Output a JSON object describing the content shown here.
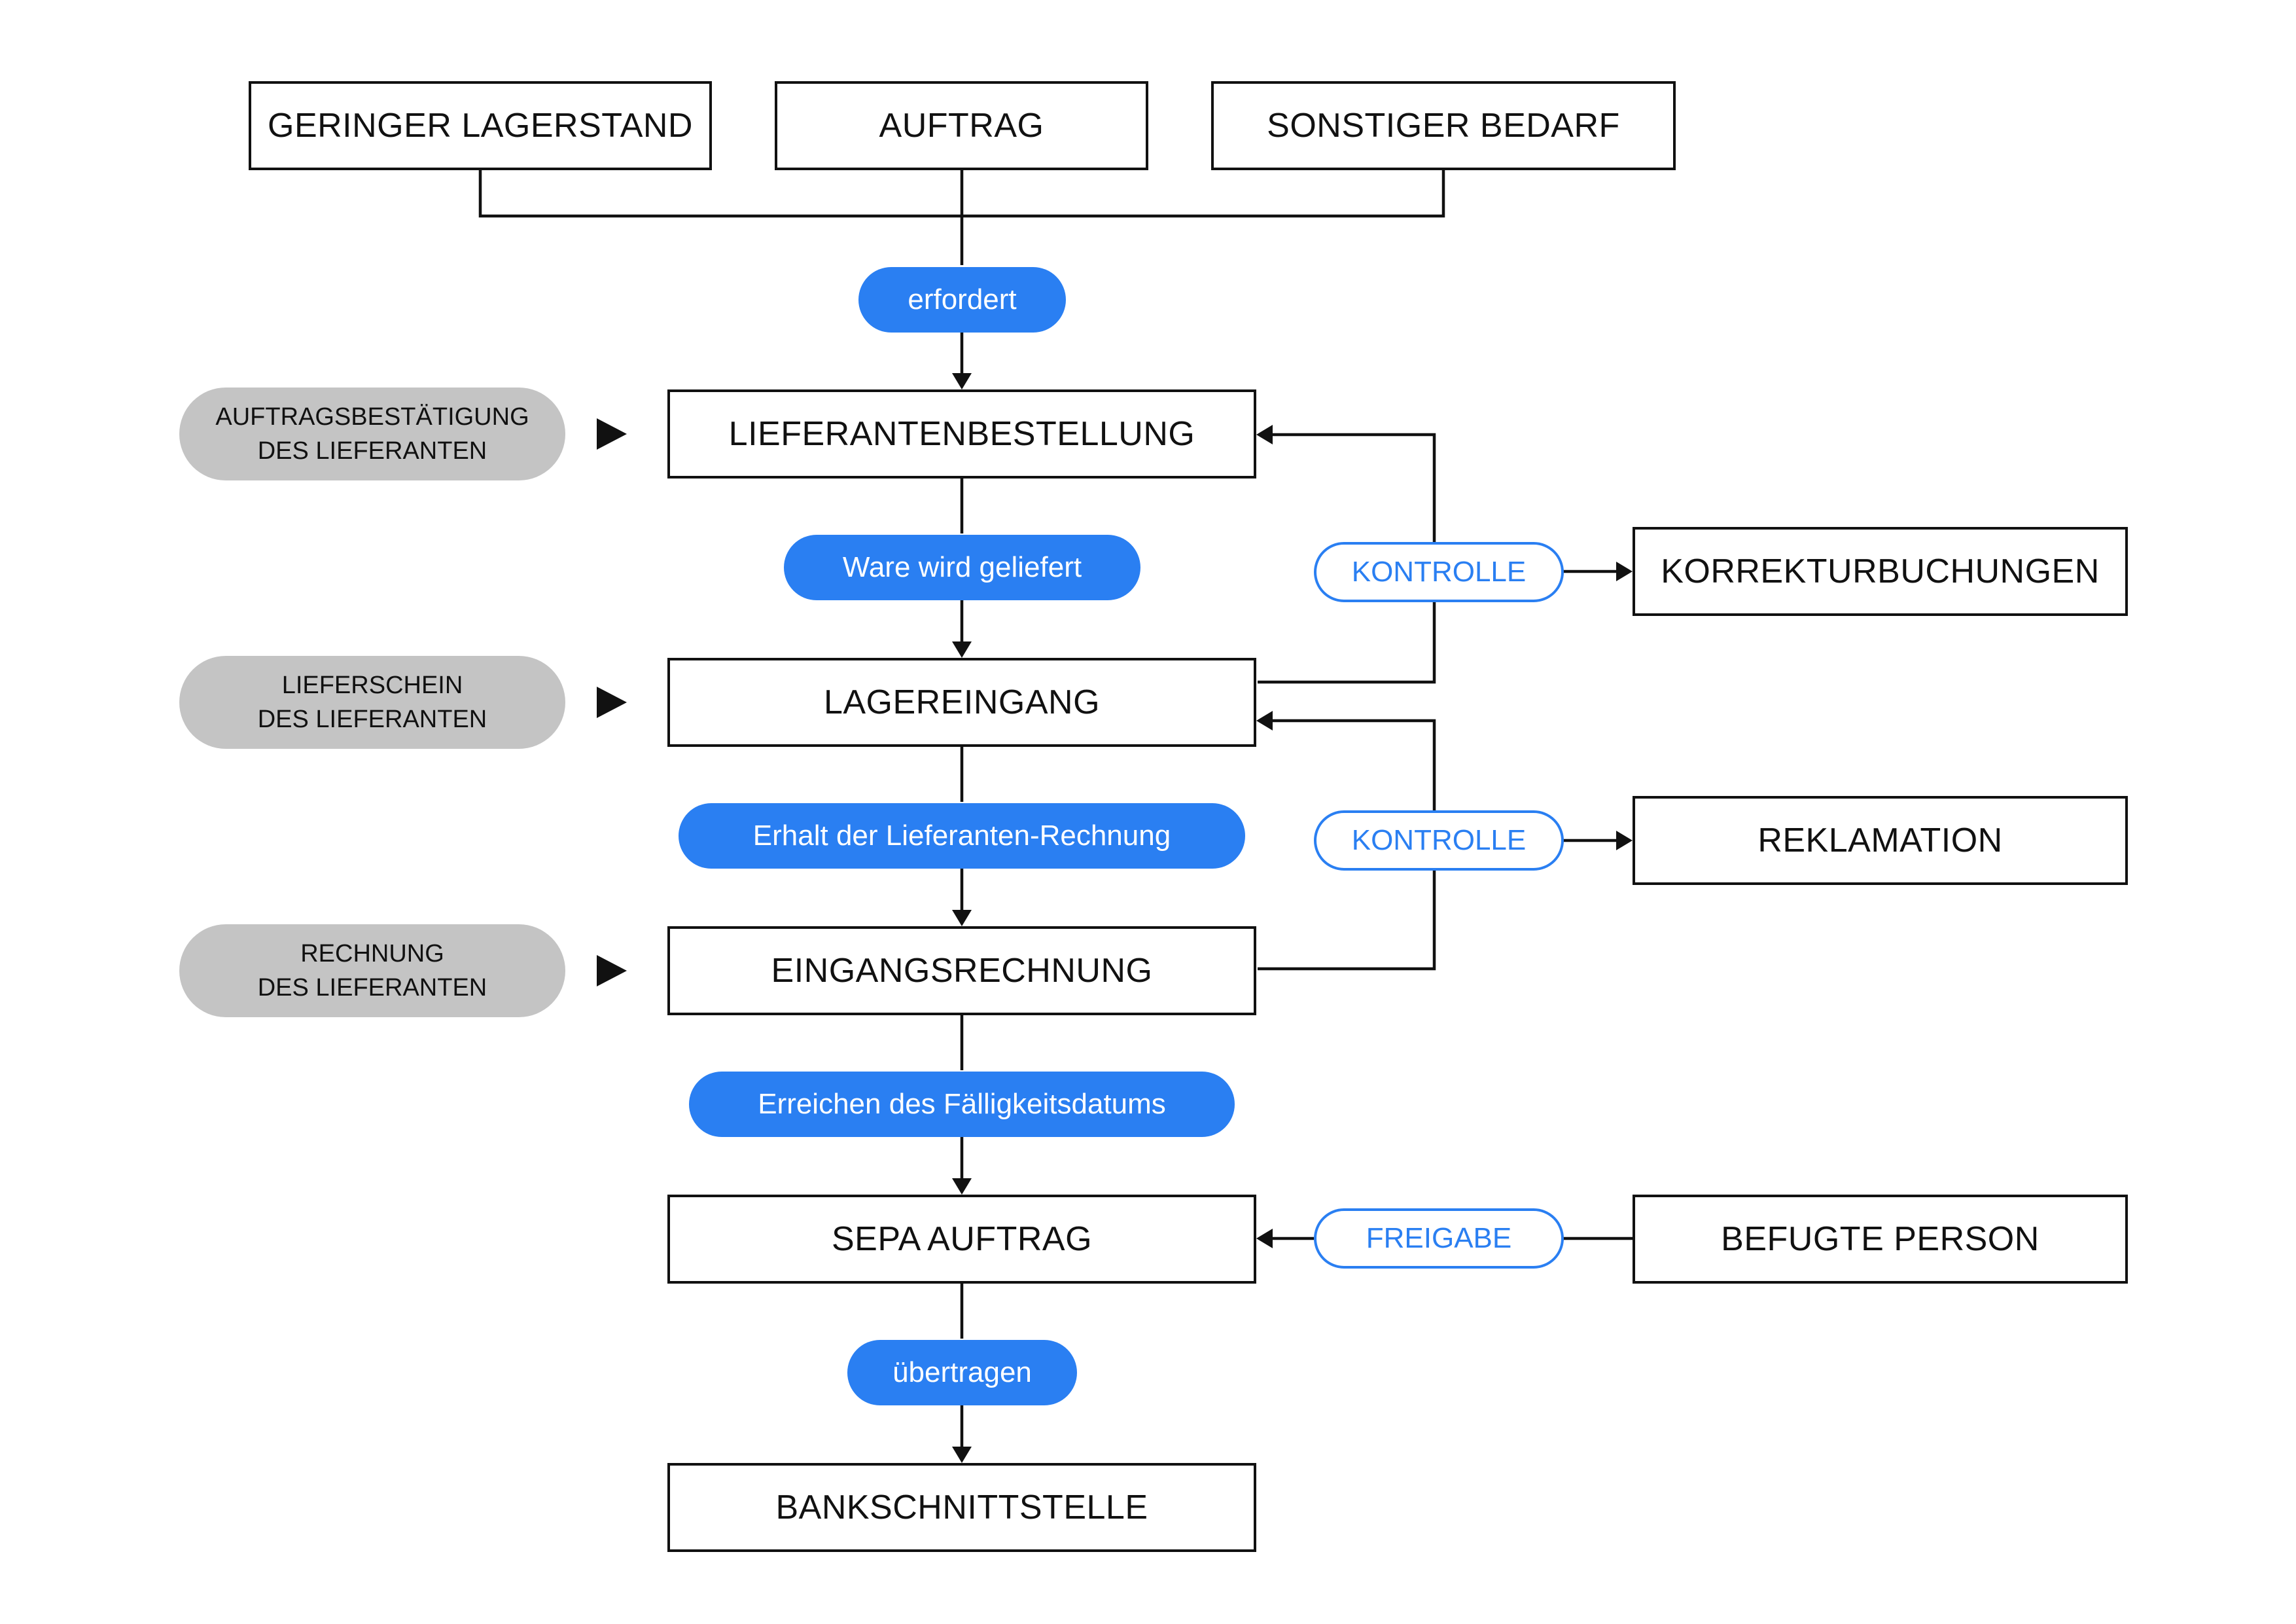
{
  "sources": {
    "low_stock": "GERINGER LAGERSTAND",
    "order": "AUFTRAG",
    "other_demand": "SONSTIGER BEDARF"
  },
  "steps": {
    "supplier_order": "LIEFERANTENBESTELLUNG",
    "goods_receipt": "LAGEREINGANG",
    "incoming_invoice": "EINGANGSRECHNUNG",
    "sepa_order": "SEPA AUFTRAG",
    "bank_interface": "BANKSCHNITTSTELLE"
  },
  "transitions": {
    "required": "erfordert",
    "delivered": "Ware wird geliefert",
    "invoice_received": "Erhalt der Lieferanten-Rechnung",
    "due_date": "Erreichen des Fälligkeitsdatums",
    "transferred": "übertragen"
  },
  "documents": {
    "confirmation": {
      "line1": "AUFTRAGSBESTÄTIGUNG",
      "line2": "DES LIEFERANTEN"
    },
    "delivery_note": {
      "line1": "LIEFERSCHEIN",
      "line2": "DES LIEFERANTEN"
    },
    "invoice": {
      "line1": "RECHNUNG",
      "line2": "DES LIEFERANTEN"
    }
  },
  "controls": {
    "control_1": "KONTROLLE",
    "control_2": "KONTROLLE",
    "release": "FREIGABE"
  },
  "outcomes": {
    "corrections": "KORREKTURBUCHUNGEN",
    "complaint": "REKLAMATION",
    "authorized_person": "BEFUGTE PERSON"
  },
  "colors": {
    "accent": "#2a7ff2",
    "document_fill": "#c4c4c4",
    "line": "#111111"
  }
}
